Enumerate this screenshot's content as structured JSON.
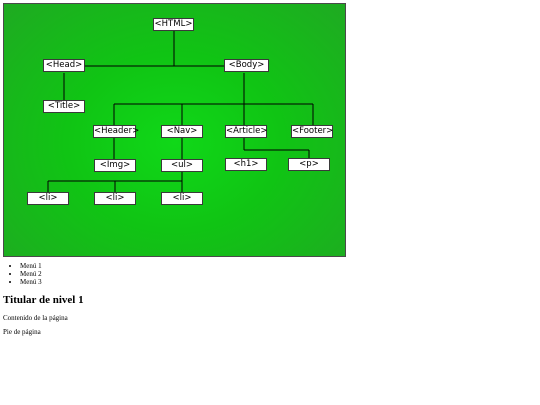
{
  "tree": {
    "nodes": {
      "html": "<HTML>",
      "head": "<Head>",
      "body": "<Body>",
      "title": "<Title>",
      "header": "<Header>",
      "nav": "<Nav>",
      "article": "<Article>",
      "footer": "<Footer>",
      "img": "<Img>",
      "ul": "<ul>",
      "h1": "<h1>",
      "p": "<p>",
      "li1": "<li>",
      "li2": "<li>",
      "li3": "<li>"
    }
  },
  "menu": {
    "items": [
      "Menú 1",
      "Menú 2",
      "Menú 3"
    ]
  },
  "heading": "Titular de nivel 1",
  "content": "Contenido de la página",
  "footer": "Pie de página"
}
